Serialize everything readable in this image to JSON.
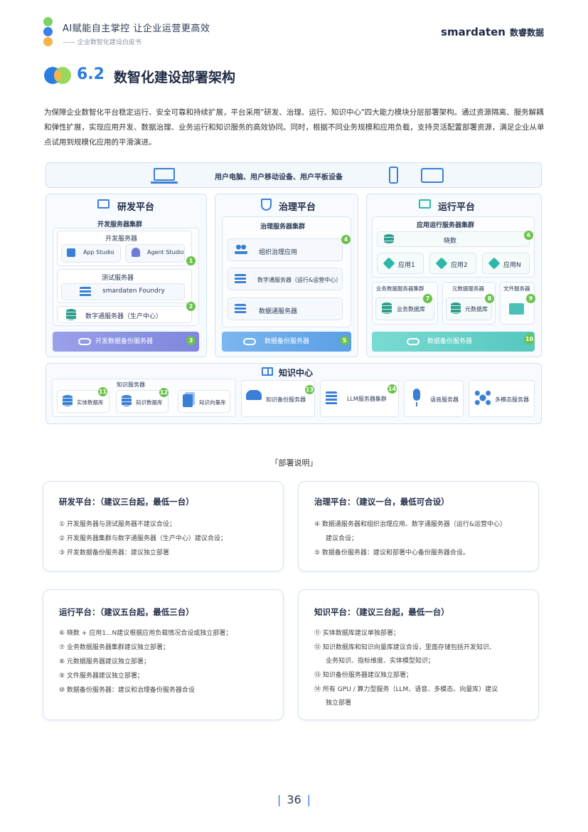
{
  "header": {
    "title": "AI赋能自主掌控 让企业运营更高效",
    "subtitle": "—— 企业数智化建设白皮书",
    "brand": "smardaten",
    "brand_cn": "数睿数据"
  },
  "section": {
    "number": "6.2",
    "title": "数智化建设部署架构",
    "intro": "为保障企业数智化平台稳定运行、安全可靠和持续扩展，平台采用\"研发、治理、运行、知识中心\"四大能力模块分层部署架构。通过资源隔离、服务解耦和弹性扩展，实现应用开发、数据治理、业务运行和知识服务的高效协同。同时，根据不同业务规模和应用负载，支持灵活配置部署资源，满足企业从单点试用到规模化应用的平滑演进。"
  },
  "diagram": {
    "devices": "用户电脑、用户移动设备、用户平板设备",
    "dev": {
      "title": "研发平台",
      "cluster": "开发服务器集群",
      "dev_server": "开发服务器",
      "app_studio": "App Studio",
      "agent_studio": "Agent Studio",
      "test_server": "测试服务器",
      "foundry": "smardaten Foundry",
      "shutong": "数字通服务器（生产中心）",
      "backup": "开发数据备份服务器",
      "badges": [
        "1",
        "2",
        "3"
      ]
    },
    "gov": {
      "title": "治理平台",
      "cluster": "治理服务器集群",
      "org": "组织治理应用",
      "shutong": "数字通服务器（运行&运营中心）",
      "shutong_data": "数据通服务器",
      "backup": "数据备份服务器",
      "badges": [
        "4",
        "5"
      ]
    },
    "run": {
      "title": "运行平台",
      "cluster": "应用运行服务器集群",
      "xiaoshu": "晓数",
      "apps": [
        "应用1",
        "应用2",
        "应用N"
      ],
      "biz_cluster": "业务数据服务器集群",
      "biz_db": "业务数据库",
      "meta_server": "元数据服务器",
      "meta_db": "元数据库",
      "file_server": "文件服务器",
      "backup": "数据备份服务器",
      "badges": [
        "6",
        "7",
        "8",
        "9",
        "10"
      ]
    },
    "knowledge": {
      "title": "知识中心",
      "server": "知识服务器",
      "entity_db": "实体数据库",
      "knowledge_db": "知识数据库",
      "vector_db": "知识向量库",
      "backup": "知识备份服务器",
      "llm": "LLM服务器集群",
      "voice": "语音服务器",
      "multimodal": "多模态服务器",
      "badges": [
        "11",
        "12",
        "13",
        "14"
      ]
    }
  },
  "notes": {
    "caption": "「部署说明」",
    "dev": {
      "title": "研发平台：（建议三台起，最低一台）",
      "lines": [
        "① 开发服务器与测试服务器不建议合设；",
        "② 开发服务器集群与数字通服务器（生产中心）建议合设；",
        "③ 开发数据备份服务器：建议独立部署"
      ]
    },
    "gov": {
      "title": "治理平台：（建议一台，最低可合设）",
      "lines": [
        "④ 数据通服务器和组织治理应用、数字通服务器（运行&运营中心）",
        "建议合设；",
        "⑤ 数据备份服务器：建议和部署中心备份服务器合设。"
      ]
    },
    "run": {
      "title": "运行平台：（建议五台起，最低三台）",
      "lines": [
        "⑥ 晓数 + 应用1...N建议根据应用负载情况合设或独立部署；",
        "⑦ 业务数据服务器集群建议独立部署；",
        "⑧ 元数据服务器建议独立部署；",
        "⑨ 文件服务器建议独立部署；",
        "⑩ 数据备份服务器：建议和治理备份服务器合设"
      ]
    },
    "know": {
      "title": "知识平台：（建议三台起，最低一台）",
      "lines": [
        "⑪ 实体数据库建议单独部署；",
        "⑫ 知识数据库和知识向量库建议合设，里面存储包括开发知识、",
        "业务知识、指标维度、实体模型知识；",
        "⑬ 知识备份服务器建议独立部署；",
        "⑭ 所有 GPU / 算力型服务（LLM、语音、多模态、向量库）建议",
        "独立部署"
      ]
    }
  },
  "page_number": "36",
  "colors": {
    "accent_blue": "#2a7de1",
    "badge_green": "#6cc24a",
    "dev_backup": "#8a8fe0",
    "gov_backup": "#6aa8ea",
    "run_backup": "#5fcdc5"
  }
}
